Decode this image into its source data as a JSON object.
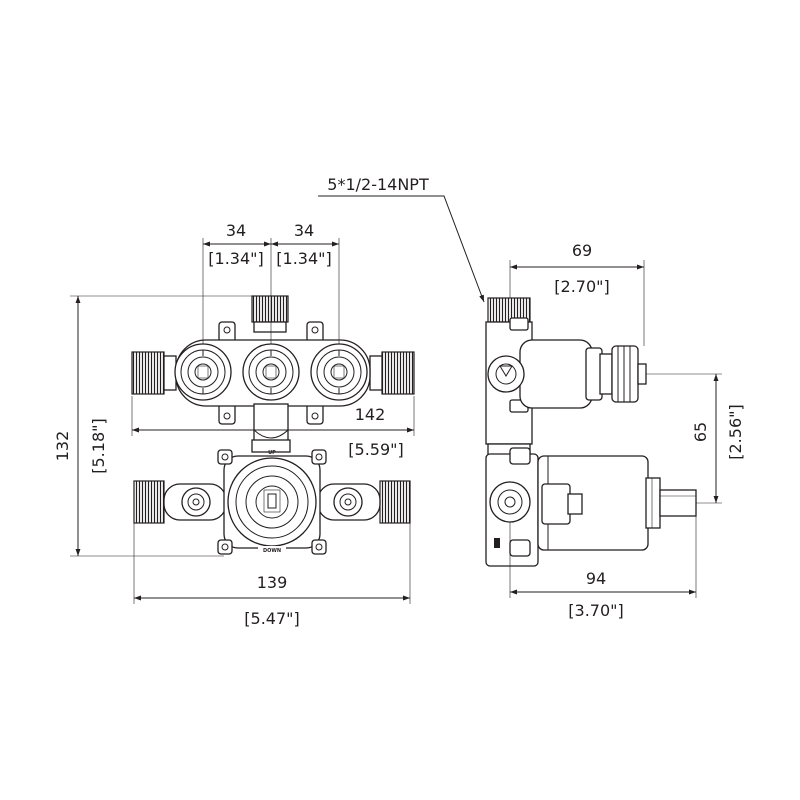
{
  "diagram": {
    "thread_callout": "5*1/2-14NPT",
    "front_view": {
      "port_spacing_left": "34",
      "port_spacing_left_in": "[1.34\"]",
      "port_spacing_right": "34",
      "port_spacing_right_in": "[1.34\"]",
      "upper_width": "142",
      "upper_width_in": "[5.59\"]",
      "total_height": "132",
      "total_height_in": "[5.18\"]",
      "lower_width": "139",
      "lower_width_in": "[5.47\"]",
      "label_up": "UP",
      "label_down": "DOWN"
    },
    "side_view": {
      "upper_depth": "69",
      "upper_depth_in": "[2.70\"]",
      "offset_height": "65",
      "offset_height_in": "[2.56\"]",
      "lower_depth": "94",
      "lower_depth_in": "[3.70\"]"
    }
  }
}
